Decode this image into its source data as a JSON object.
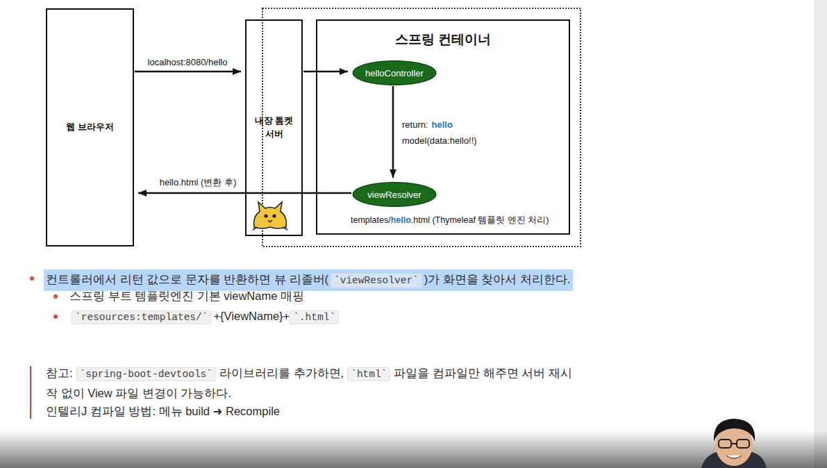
{
  "diagram": {
    "nodes": [
      {
        "text": [
          "웹 브라우저"
        ]
      },
      {
        "text": [
          "내장 톰켓 서버"
        ]
      },
      {
        "text": [
          "스프링 컨테이너"
        ]
      },
      {
        "text": [
          "helloController"
        ],
        "in": 2
      },
      {
        "text": [
          "viewResolver"
        ],
        "in": 2
      }
    ],
    "edges": [
      {
        "from": 0,
        "to": 1,
        "arrow": "to",
        "label": "localhost:8080/hello"
      },
      {
        "from": 1,
        "to": 3,
        "arrow": "to"
      },
      {
        "from": 3,
        "to": 4,
        "arrow": "to"
      },
      {
        "from": 4,
        "to": 0,
        "arrow": "to",
        "label": "hello.html (변환 후)"
      }
    ],
    "labels": [
      "return:",
      "hello",
      "model(data:hello!!)",
      "templates/",
      "hello",
      ".html (Thymeleaf 템플릿 엔진 처리)",
      "컨트롤러에서 리턴 값으로 문자를 반환하면 뷰 리졸버(",
      "`viewResolver`",
      ")가 화면을 찾아서 처리한다.",
      "스프링 부트 템플릿엔진 기본 viewName 매핑",
      "`resources:templates/`",
      "+{ViewName}+",
      "`.html`",
      "참고:",
      "`spring-boot-devtools`",
      "라이브러리를 추가하면,",
      "`html`",
      "파일을 컴파일만 해주면 서버 재시작 없이 View 파일 변경이 가능하다.",
      "인텔리J 컴파일 방법: 메뉴 build ➜ Recompile"
    ]
  }
}
